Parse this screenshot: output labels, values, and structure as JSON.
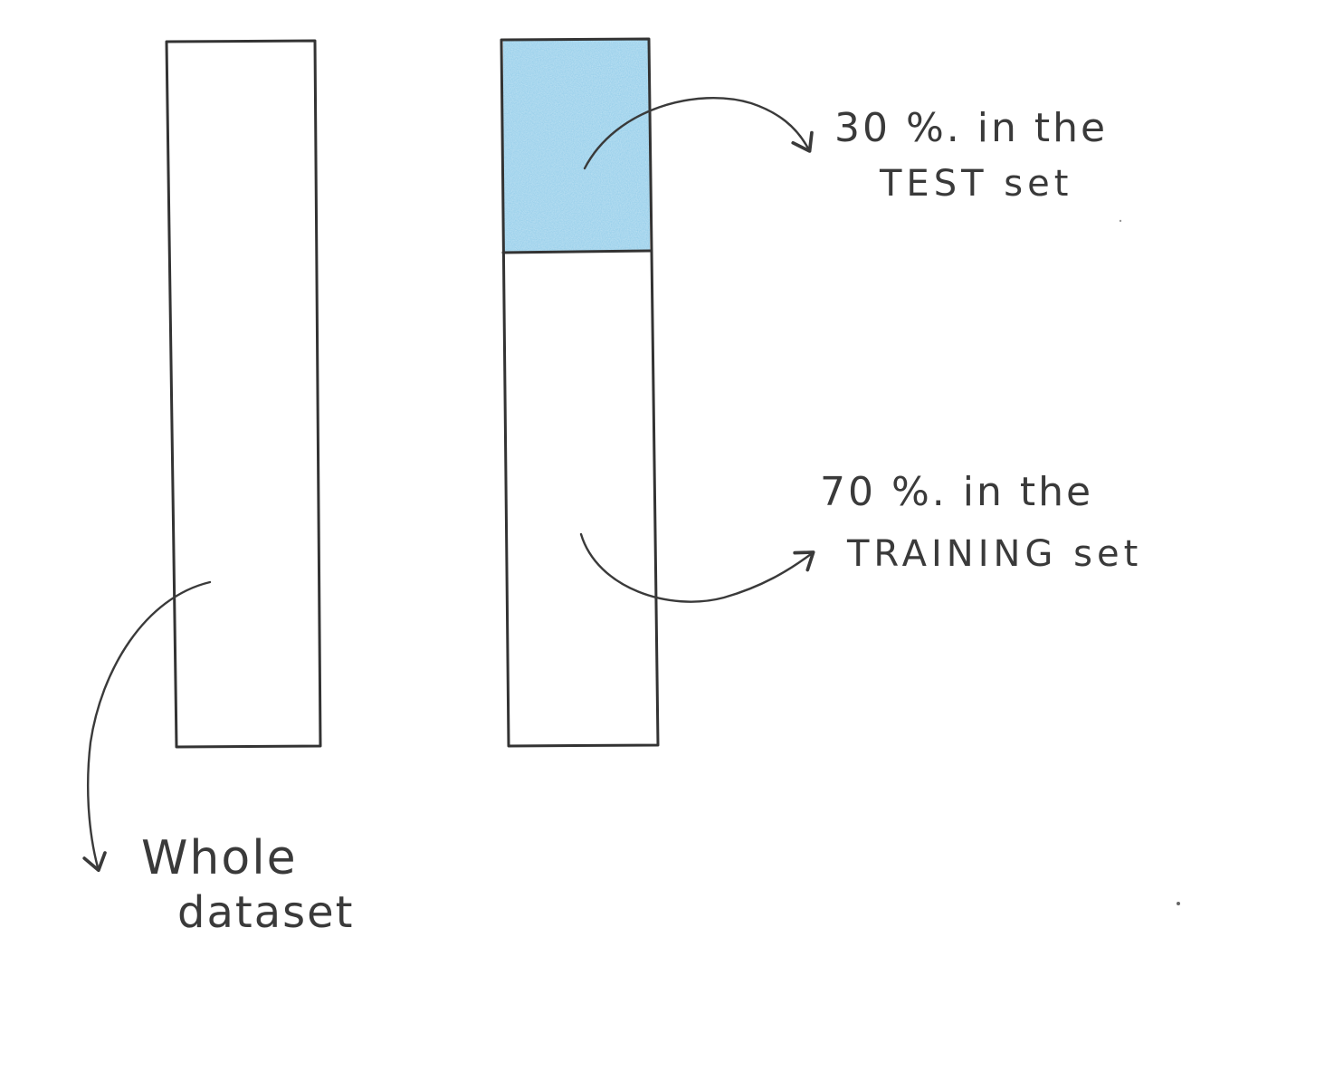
{
  "diagram": {
    "colors": {
      "stroke": "#333333",
      "test_fill": "#8fcbe9",
      "ink": "#3a3a3a"
    },
    "whole_dataset": {
      "label_line1": "Whole",
      "label_line2": "dataset"
    },
    "split": {
      "test_fraction": 0.3,
      "train_fraction": 0.7,
      "test_label_line1": "30 %. in the",
      "test_label_line2": "TEST set",
      "train_label_line1": "70 %. in the",
      "train_label_line2": "TRAINING set"
    }
  }
}
